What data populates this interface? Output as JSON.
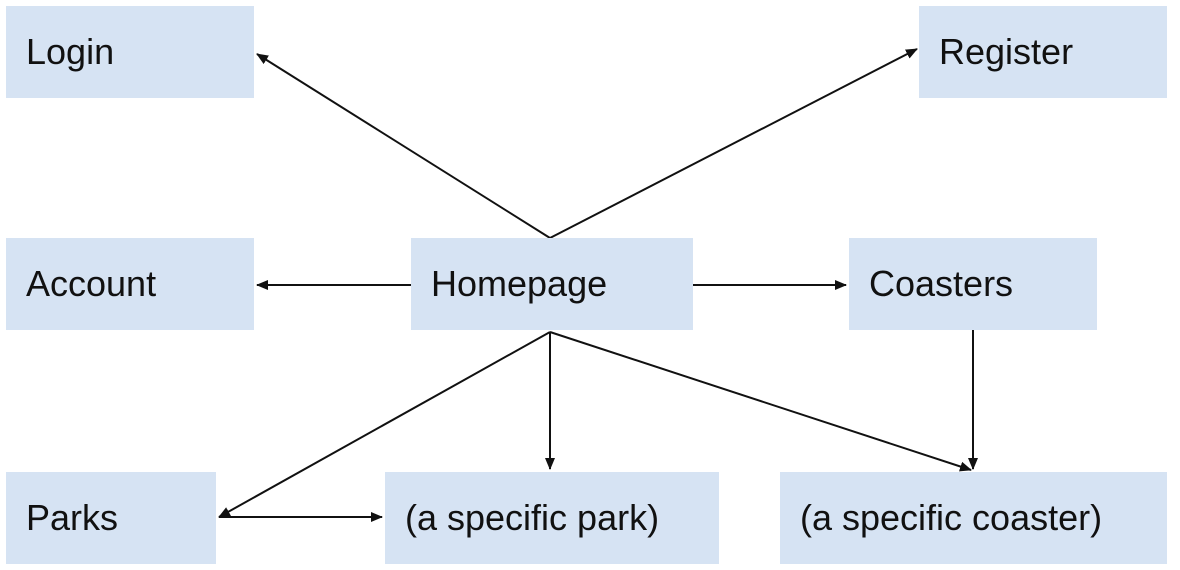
{
  "diagram": {
    "nodes": {
      "login": "Login",
      "register": "Register",
      "account": "Account",
      "homepage": "Homepage",
      "coasters": "Coasters",
      "parks": "Parks",
      "specific_park": "(a specific park)",
      "specific_coaster": "(a specific coaster)"
    },
    "edges": [
      {
        "from": "Homepage",
        "to": "Login"
      },
      {
        "from": "Homepage",
        "to": "Register"
      },
      {
        "from": "Homepage",
        "to": "Account"
      },
      {
        "from": "Homepage",
        "to": "Coasters"
      },
      {
        "from": "Homepage",
        "to": "Parks"
      },
      {
        "from": "Homepage",
        "to": "(a specific park)"
      },
      {
        "from": "Homepage",
        "to": "(a specific coaster)"
      },
      {
        "from": "Coasters",
        "to": "(a specific coaster)"
      },
      {
        "from": "Parks",
        "to": "(a specific park)"
      }
    ],
    "colors": {
      "node_fill": "#d6e3f3",
      "edge": "#111111"
    }
  }
}
